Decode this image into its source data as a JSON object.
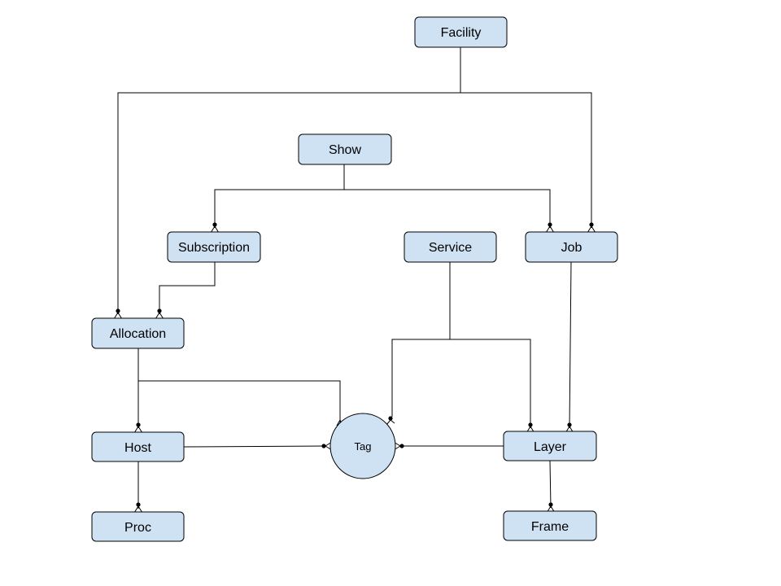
{
  "nodes": {
    "facility": "Facility",
    "show": "Show",
    "subscription": "Subscription",
    "service": "Service",
    "job": "Job",
    "allocation": "Allocation",
    "host": "Host",
    "tag": "Tag",
    "layer": "Layer",
    "proc": "Proc",
    "frame": "Frame"
  },
  "colors": {
    "node_fill": "#cfe2f3",
    "line": "#000000"
  }
}
